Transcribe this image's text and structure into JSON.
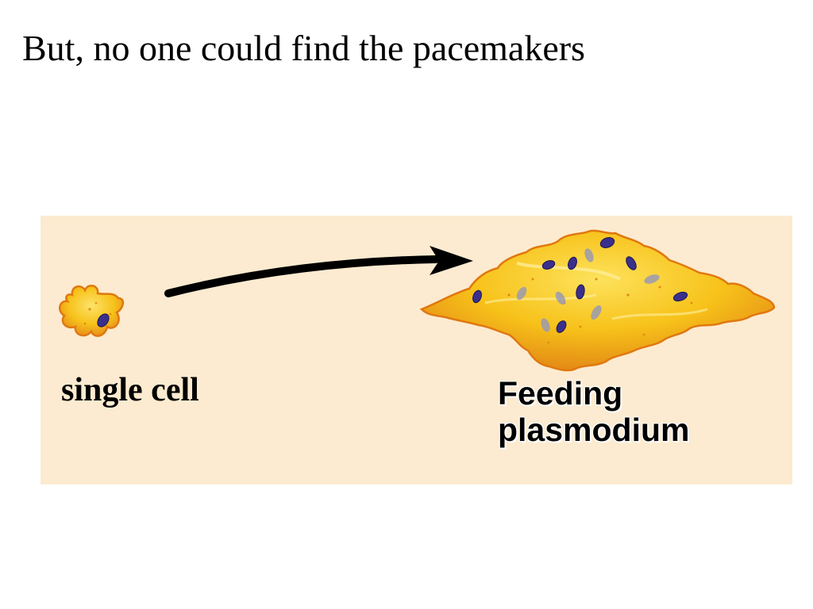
{
  "slide": {
    "title": "But, no one could find the pacemakers"
  },
  "figure": {
    "background_color": "#fcebd0",
    "single_cell_label": "single cell",
    "plasmodium_label_line1": "Feeding",
    "plasmodium_label_line2": "plasmodium",
    "cell_color": "#f7c21a",
    "cell_edge_color": "#e07810",
    "nucleus_color": "#3a2f8c",
    "faded_nucleus_color": "#9a9ab0",
    "arrow_color": "#000000"
  }
}
